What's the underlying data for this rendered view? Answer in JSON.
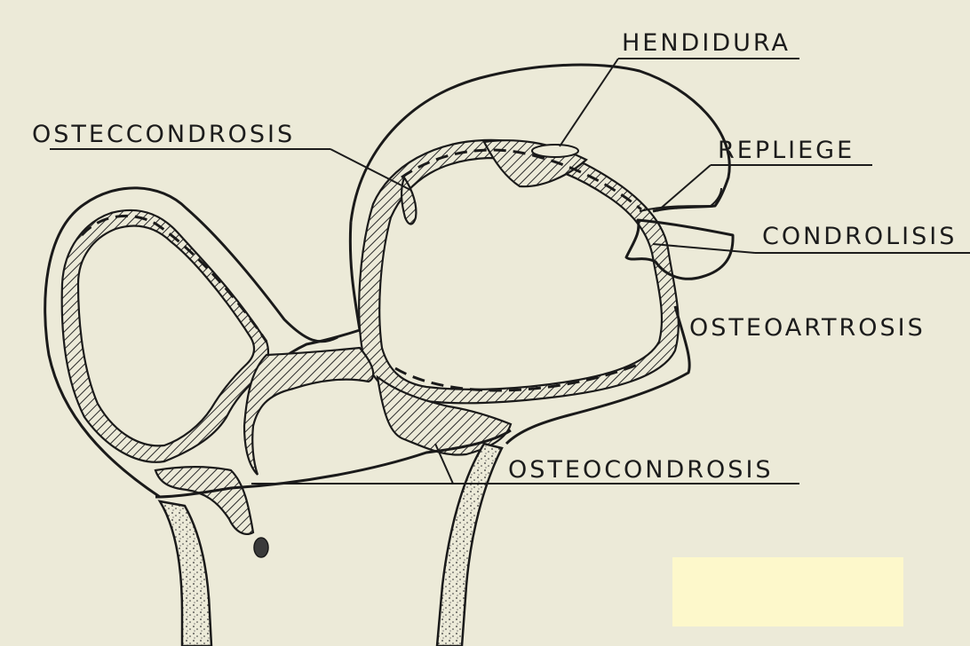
{
  "labels": {
    "hendidura": "HENDIDURA",
    "osteocondrosis_top": "OSTECCONDROSIS",
    "repliege": "REPLIEGE",
    "condrolisis": "CONDROLISIS",
    "osteoartrosis": "OSTEOARTROSIS",
    "osteocondrosis_bottom": "OSTEOCONDROSIS"
  },
  "colors": {
    "background": "#ecead8",
    "ink": "#1a1a1a",
    "sticky_note": "#fdf8cb"
  }
}
